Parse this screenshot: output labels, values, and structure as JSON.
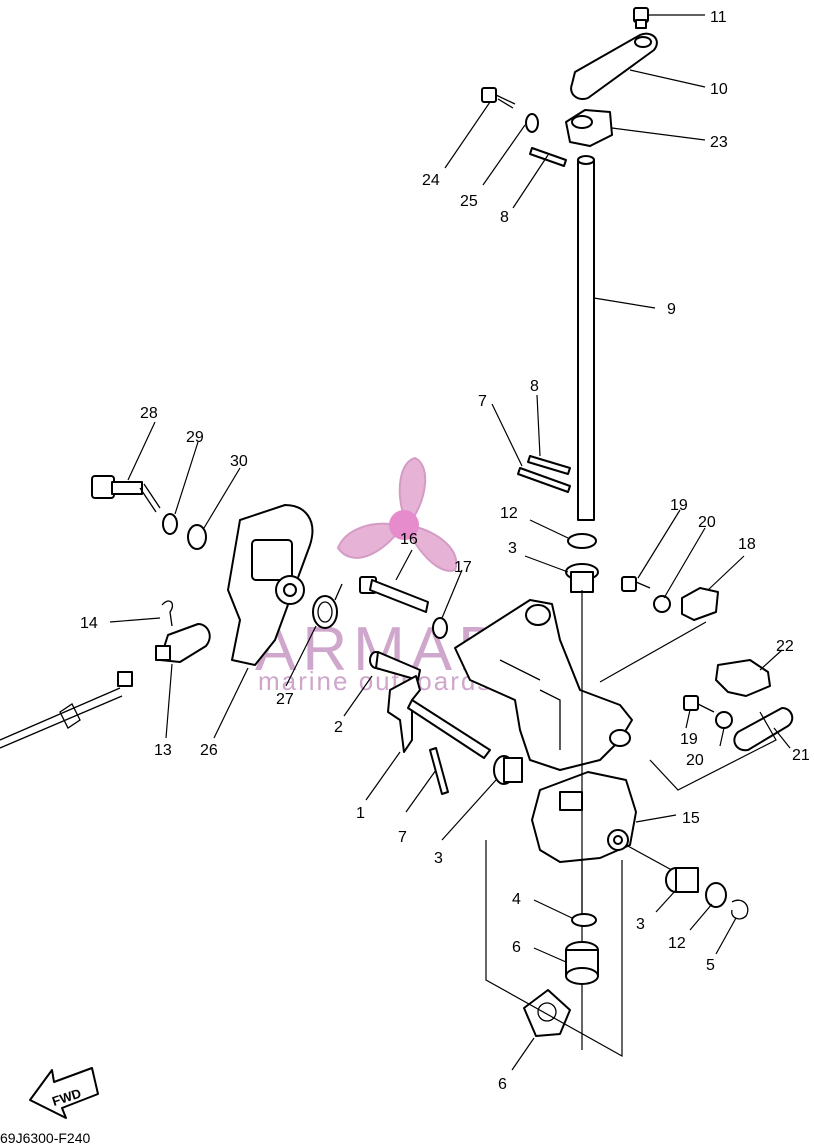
{
  "watermark": {
    "brand": "ARMADA",
    "tagline": "marine outboards",
    "color": "#cfa6cc",
    "icon": "propeller-icon"
  },
  "fwd_label": "FWD",
  "diagram_code": "69J6300-F240",
  "callouts": {
    "c1": "1",
    "c2": "2",
    "c3a": "3",
    "c3b": "3",
    "c3c": "3",
    "c4": "4",
    "c5": "5",
    "c6a": "6",
    "c6b": "6",
    "c7a": "7",
    "c7b": "7",
    "c8a": "8",
    "c8b": "8",
    "c9": "9",
    "c10": "10",
    "c11": "11",
    "c12a": "12",
    "c12b": "12",
    "c13": "13",
    "c14": "14",
    "c15": "15",
    "c16": "16",
    "c17": "17",
    "c18": "18",
    "c19a": "19",
    "c19b": "19",
    "c20a": "20",
    "c20b": "20",
    "c21": "21",
    "c22": "22",
    "c23": "23",
    "c24": "24",
    "c25": "25",
    "c26": "26",
    "c27": "27",
    "c28": "28",
    "c29": "29",
    "c30": "30"
  }
}
